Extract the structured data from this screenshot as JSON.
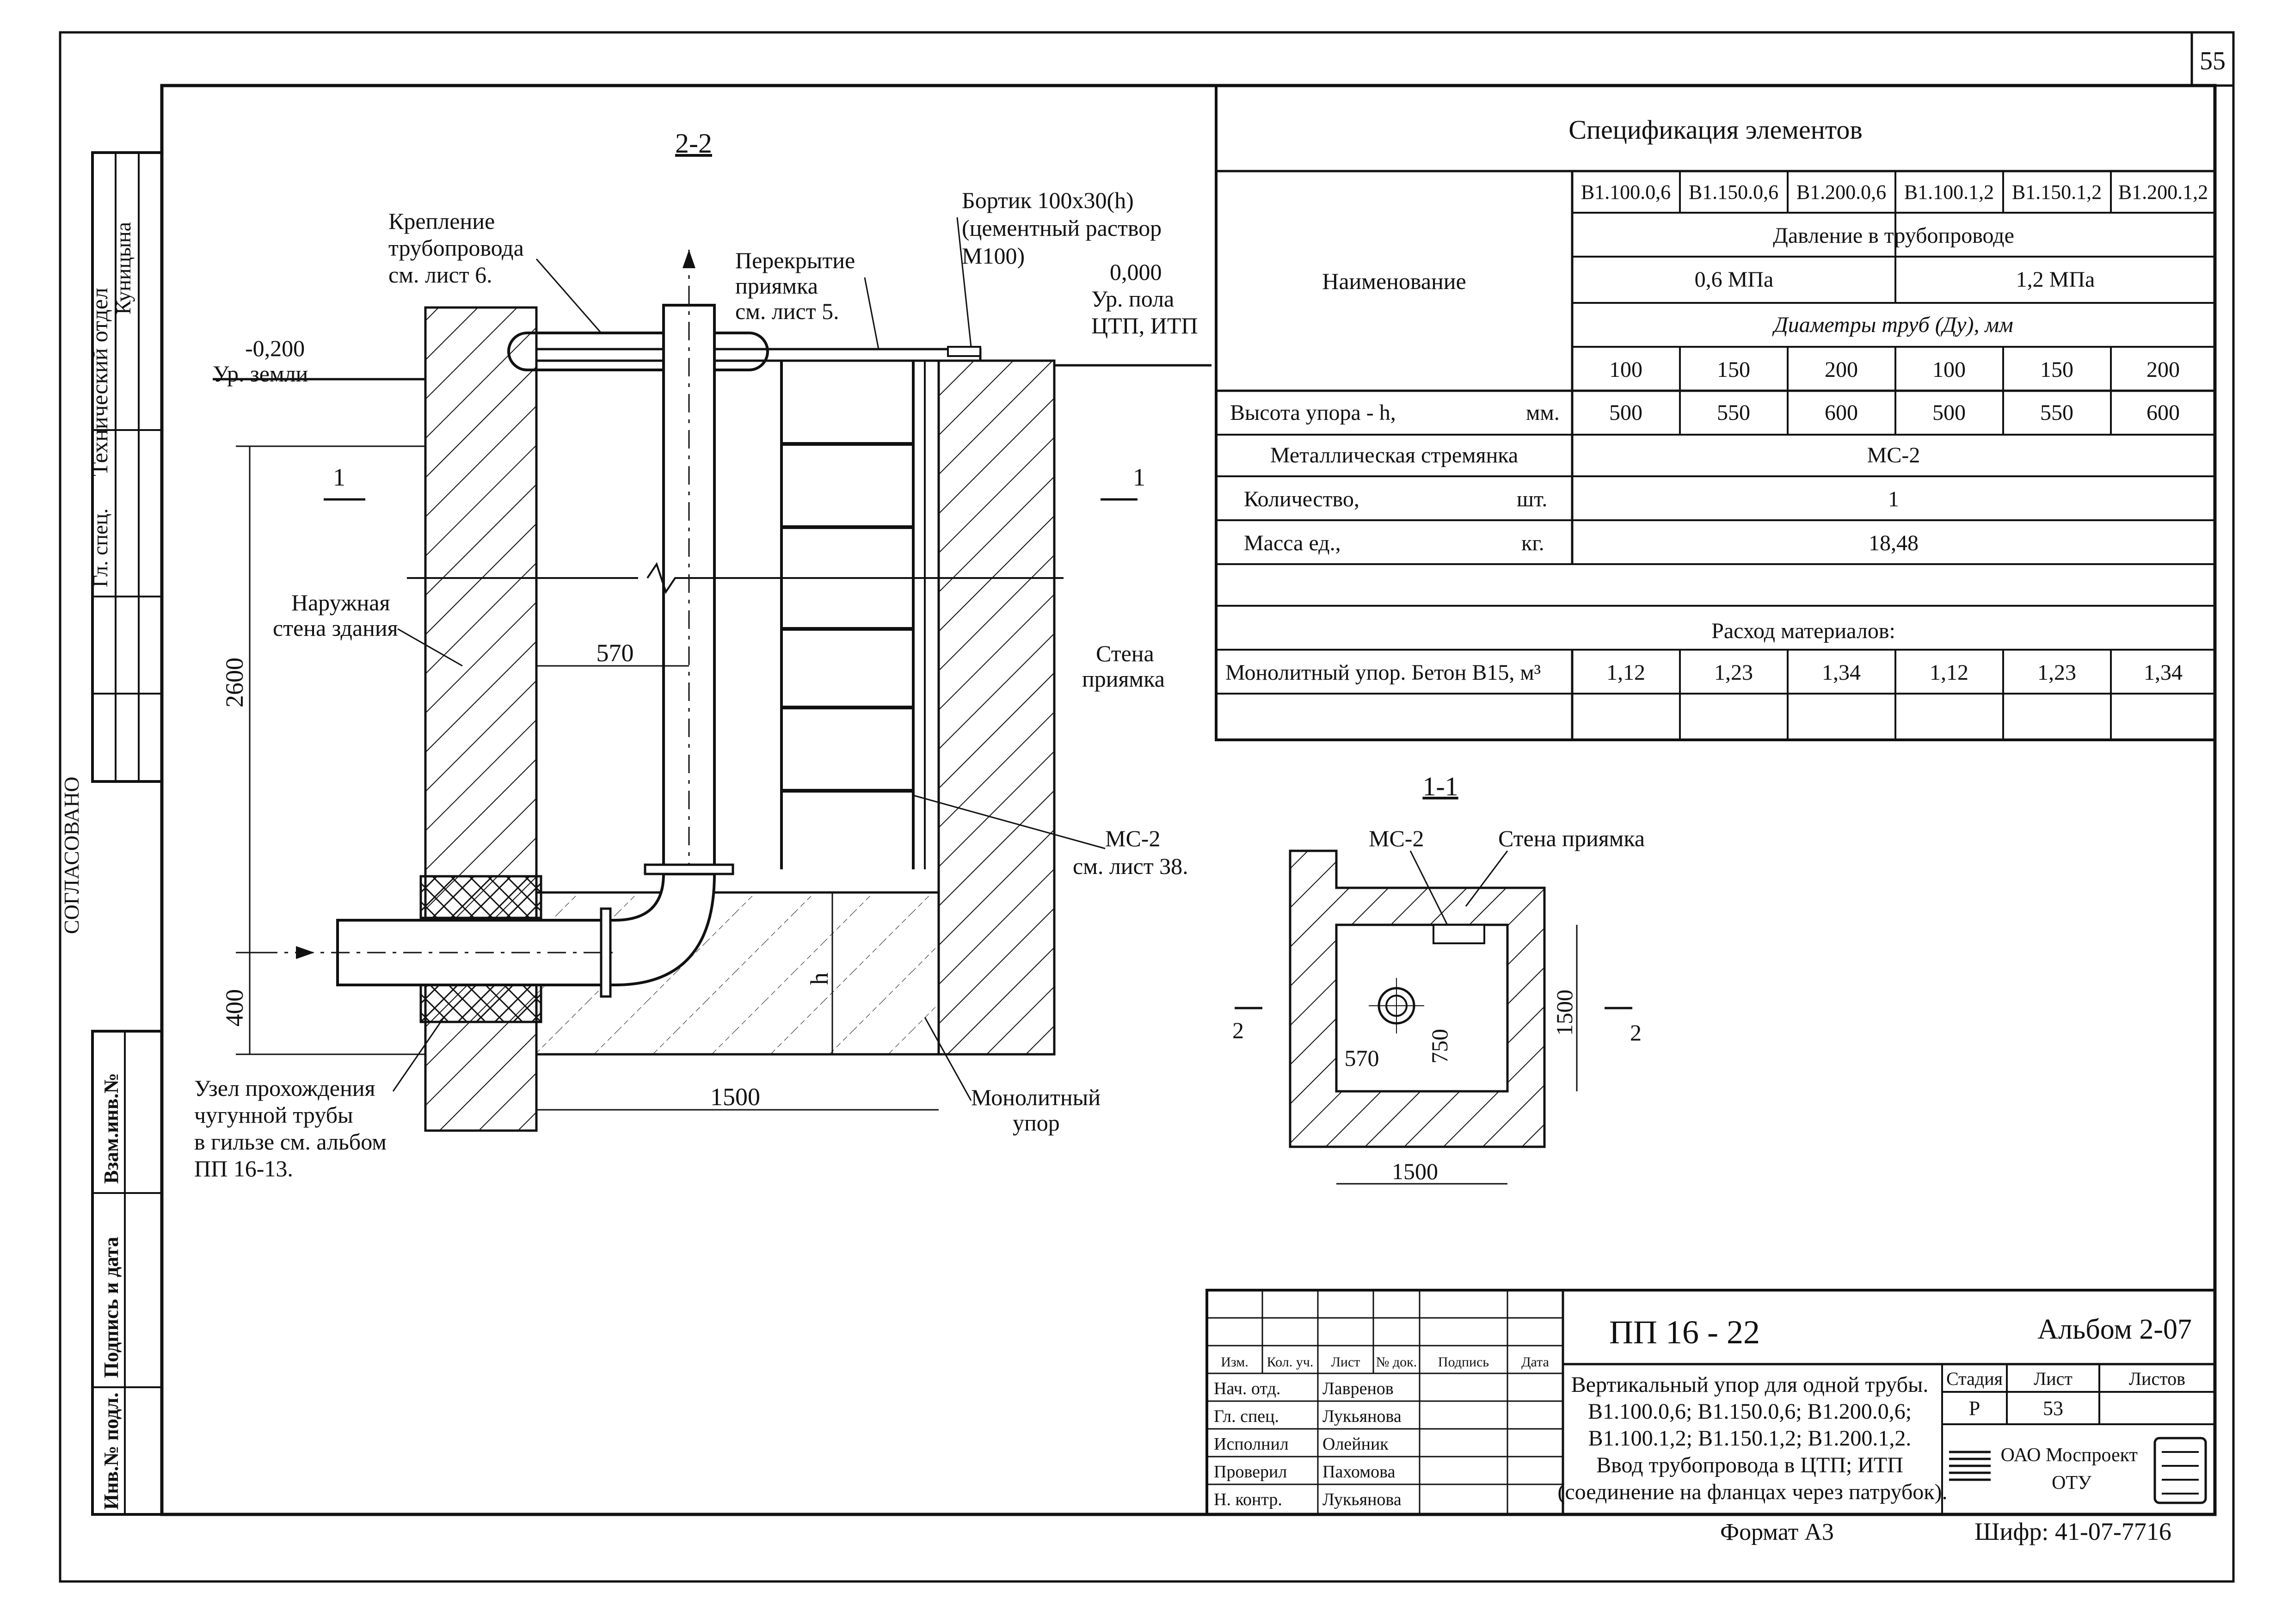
{
  "page_number": "55",
  "section_22": {
    "title": "2-2",
    "labels": {
      "fastening": [
        "Крепление",
        "трубопровода",
        "см. лист 6."
      ],
      "cover": [
        "Перекрытие",
        "приямка",
        "см. лист 5."
      ],
      "curb": [
        "Бортик 100x30(h)",
        "(цементный раствор",
        "М100)"
      ],
      "floor_level": [
        "0,000",
        "Ур. пола",
        "ЦТП, ИТП"
      ],
      "ground_level": [
        "-0,200",
        "Ур. земли"
      ],
      "outer_wall": [
        "Наружная",
        "стена здания"
      ],
      "pit_wall": [
        "Стена",
        "приямка"
      ],
      "ms2": [
        "МС-2",
        "см. лист 38."
      ],
      "passage_node": [
        "Узел прохождения",
        "чугунной трубы",
        "в гильзе см. альбом",
        "ПП 16-13."
      ],
      "monolithic": [
        "Монолитный",
        "упор"
      ]
    },
    "dims": {
      "d2600": "2600",
      "d400": "400",
      "d570": "570",
      "d1500": "1500",
      "h": "h"
    },
    "cut_marks": [
      "1",
      "1"
    ]
  },
  "section_11": {
    "title": "1-1",
    "labels": {
      "ms2": "МС-2",
      "pit_wall": "Стена приямка"
    },
    "dims": {
      "d570": "570",
      "d750": "750",
      "d1500v": "1500",
      "d1500h": "1500"
    },
    "cut_marks": [
      "2",
      "2"
    ]
  },
  "spec": {
    "title": "Спецификация элементов",
    "name_header": "Наименование",
    "codes": [
      "В1.100.0,6",
      "В1.150.0,6",
      "В1.200.0,6",
      "В1.100.1,2",
      "В1.150.1,2",
      "В1.200.1,2"
    ],
    "pressure_header": "Давление в трубопроводе",
    "pressures": [
      "0,6 МПа",
      "1,2 МПа"
    ],
    "diam_header": "Диаметры труб (Ду),  мм",
    "diameters": [
      "100",
      "150",
      "200",
      "100",
      "150",
      "200"
    ],
    "height_label": "Высота упора - h,",
    "height_unit": "мм.",
    "heights": [
      "500",
      "550",
      "600",
      "500",
      "550",
      "600"
    ],
    "ladder_label": "Металлическая стремянка",
    "ladder_value": "МС-2",
    "qty_label": "Количество,",
    "qty_unit": "шт.",
    "qty_value": "1",
    "mass_label": "Масса  ед.,",
    "mass_unit": "кг.",
    "mass_value": "18,48",
    "materials_header": "Расход материалов:",
    "concrete_label": "Монолитный упор. Бетон В15, м³",
    "concrete": [
      "1,12",
      "1,23",
      "1,34",
      "1,12",
      "1,23",
      "1,34"
    ]
  },
  "side_stamp": {
    "dept": "Технический отдел",
    "kunitsyna": "Куницына",
    "gl_spec": "Гл. спец.",
    "agreed": "СОГЛАСОВАНО",
    "vzam": "Взам.инв.№",
    "sign_date": "Подпись и дата",
    "inv": "Инв.№ подл."
  },
  "title_block": {
    "doc_code": "ПП   16 - 22",
    "album": "Альбом 2-07",
    "headers": [
      "Изм.",
      "Кол. уч.",
      "Лист",
      "№ док.",
      "Подпись",
      "Дата"
    ],
    "roles": [
      "Нач. отд.",
      "Гл. спец.",
      "Исполнил",
      "Проверил",
      "Н. контр."
    ],
    "names": [
      "Лавренов",
      "Лукьянова",
      "Олейник",
      "Пахомова",
      "Лукьянова"
    ],
    "description": [
      "Вертикальный упор для одной трубы.",
      "В1.100.0,6; В1.150.0,6; В1.200.0,6;",
      "В1.100.1,2; В1.150.1,2; В1.200.1,2.",
      "Ввод трубопровода в ЦТП; ИТП",
      "(соединение на фланцах через патрубок)."
    ],
    "stage_header": "Стадия",
    "sheet_header": "Лист",
    "sheets_header": "Листов",
    "stage": "Р",
    "sheet": "53",
    "sheets": "",
    "org": [
      "ОАО Моспроект",
      "ОТУ"
    ],
    "format": "Формат А3",
    "cipher": "Шифр: 41-07-7716"
  }
}
